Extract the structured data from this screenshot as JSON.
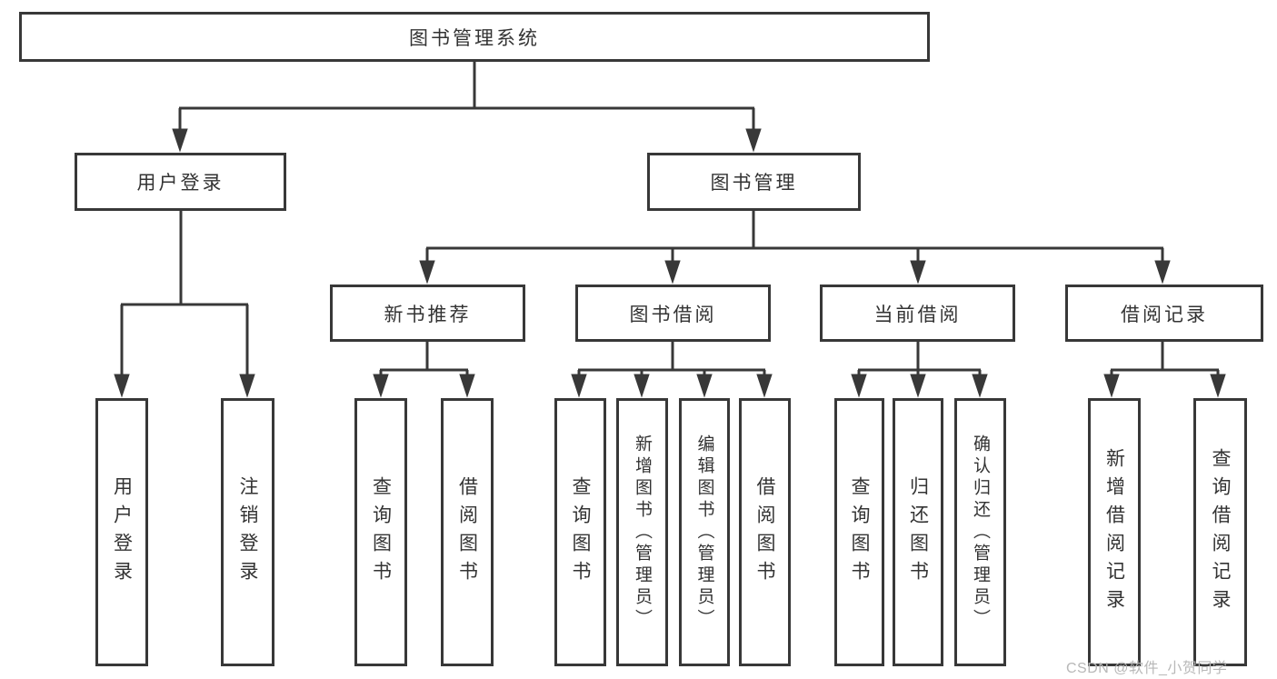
{
  "diagram_title": "图书管理系统",
  "nodes": {
    "root": {
      "label": "图书管理系统"
    },
    "user_login": {
      "label": "用户登录"
    },
    "book_mgmt": {
      "label": "图书管理"
    },
    "new_book_rec": {
      "label": "新书推荐"
    },
    "book_borrow": {
      "label": "图书借阅"
    },
    "current_borrow": {
      "label": "当前借阅"
    },
    "borrow_records": {
      "label": "借阅记录"
    },
    "ul_login": {
      "label": "用户登录"
    },
    "ul_logout": {
      "label": "注销登录"
    },
    "nb_query": {
      "label": "查询图书"
    },
    "nb_borrow": {
      "label": "借阅图书"
    },
    "bb_query": {
      "label": "查询图书"
    },
    "bb_add": {
      "label": "新增图书（管理员）"
    },
    "bb_edit": {
      "label": "编辑图书（管理员）"
    },
    "bb_borrow": {
      "label": "借阅图书"
    },
    "cb_query": {
      "label": "查询图书"
    },
    "cb_return": {
      "label": "归还图书"
    },
    "cb_confirm": {
      "label": "确认归还（管理员）"
    },
    "br_add": {
      "label": "新增借阅记录"
    },
    "br_query": {
      "label": "查询借阅记录"
    }
  },
  "watermark": "CSDN @软件_小贺同学",
  "colors": {
    "line": "#383838",
    "text": "#333333",
    "watermark": "#b8b8b8",
    "background": "#ffffff"
  }
}
